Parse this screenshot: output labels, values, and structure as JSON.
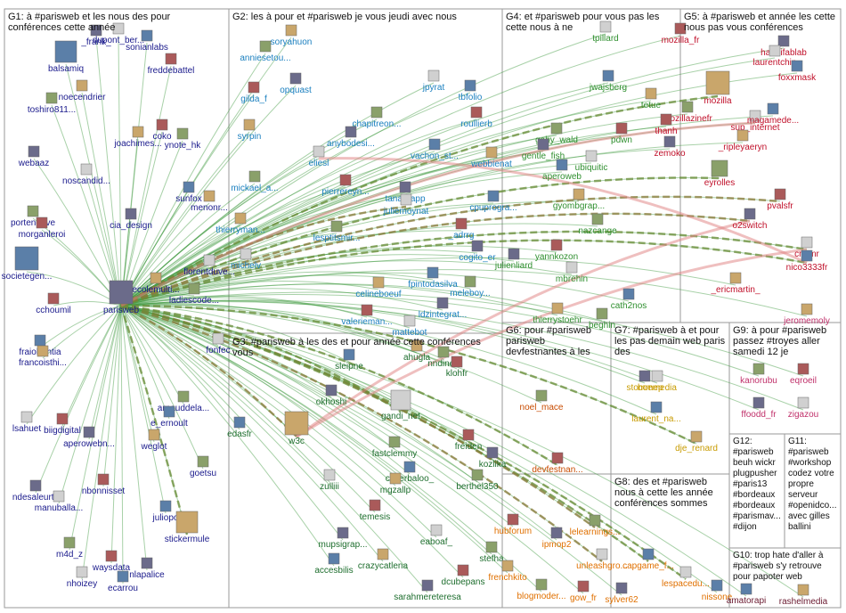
{
  "groups": [
    {
      "id": "G1",
      "label": "G1: à #parisweb et les nous des pour conférences cette année",
      "color": "#1a1a8c"
    },
    {
      "id": "G2",
      "label": "G2: les à pour et #parisweb je vous jeudi avec nous",
      "color": "#1a7fbf"
    },
    {
      "id": "G3",
      "label": "G3: #parisweb à les des et pour année cette conférences vous",
      "color": "#1e6e2e"
    },
    {
      "id": "G4",
      "label": "G4: et #parisweb pour vous pas les cette nous à ne",
      "color": "#2f8f2f"
    },
    {
      "id": "G5",
      "label": "G5: à #parisweb et année les cette nous pas vous conférences",
      "color": "#c0102a"
    },
    {
      "id": "G6",
      "label": "G6: pour #parisweb parisweb devfestnantes à les",
      "color": "#c84b00"
    },
    {
      "id": "G7",
      "label": "G7: #parisweb à et pour les pas demain web paris des",
      "color": "#c89b00"
    },
    {
      "id": "G8",
      "label": "G8: des et #parisweb nous à cette les année conférences sommes",
      "color": "#e07000"
    },
    {
      "id": "G9",
      "label": "G9: à pour #parisweb passez #troyes aller samedi 12 je",
      "color": "#c0306a"
    },
    {
      "id": "G10",
      "label": "G10: trop hate d'aller à #parisweb s'y retrouve pour papoter web",
      "color": "#6a1a30"
    },
    {
      "id": "G11",
      "label": "G11: #parisweb #workshop codez votre propre serveur #openidco... avec gilles ballini",
      "color": "#333333"
    },
    {
      "id": "G12",
      "label": "G12: #parisweb beuh wickr plugpusher #paris13 #bordeaux #bordeaux #parismav... #dijon",
      "color": "#333333"
    }
  ],
  "nodes": [
    {
      "label": "balsamiq",
      "group": "G1"
    },
    {
      "label": "noecendrier",
      "group": "G1"
    },
    {
      "label": "toshiro811...",
      "group": "G1"
    },
    {
      "label": "freddebattel",
      "group": "G1"
    },
    {
      "label": "_frank_",
      "group": "G1"
    },
    {
      "label": "dupont_ber...",
      "group": "G1"
    },
    {
      "label": "sonianlabs",
      "group": "G1"
    },
    {
      "label": "joachimes...",
      "group": "G1"
    },
    {
      "label": "ynote_hk",
      "group": "G1"
    },
    {
      "label": "coko",
      "group": "G1"
    },
    {
      "label": "webaaz",
      "group": "G1"
    },
    {
      "label": "noscandid...",
      "group": "G1"
    },
    {
      "label": "sunfox",
      "group": "G1"
    },
    {
      "label": "menonr...",
      "group": "G1"
    },
    {
      "label": "porteneuve",
      "group": "G1"
    },
    {
      "label": "morganleroi",
      "group": "G1"
    },
    {
      "label": "cia_design",
      "group": "G1"
    },
    {
      "label": "florentduve...",
      "group": "G1"
    },
    {
      "label": "societegen...",
      "group": "G1"
    },
    {
      "label": "ecolemulti...",
      "group": "G1"
    },
    {
      "label": "ladiescode...",
      "group": "G1"
    },
    {
      "label": "cchoumil",
      "group": "G1"
    },
    {
      "label": "parisweb",
      "group": "G1"
    },
    {
      "label": "fonfec",
      "group": "G1"
    },
    {
      "label": "fraiolifiihtia",
      "group": "G1"
    },
    {
      "label": "francoisthi...",
      "group": "G1"
    },
    {
      "label": "arnauddela...",
      "group": "G1"
    },
    {
      "label": "biigdigital",
      "group": "G1"
    },
    {
      "label": "aperowebn...",
      "group": "G1"
    },
    {
      "label": "lsahuet",
      "group": "G1"
    },
    {
      "label": "e_ernoult",
      "group": "G1"
    },
    {
      "label": "weglot",
      "group": "G1"
    },
    {
      "label": "goetsu",
      "group": "G1"
    },
    {
      "label": "nbonnisset",
      "group": "G1"
    },
    {
      "label": "ndesaleurth",
      "group": "G1"
    },
    {
      "label": "manuballa...",
      "group": "G1"
    },
    {
      "label": "juliopo",
      "group": "G1"
    },
    {
      "label": "stickermule",
      "group": "G1"
    },
    {
      "label": "m4d_z",
      "group": "G1"
    },
    {
      "label": "waysdata",
      "group": "G1"
    },
    {
      "label": "nlapalice",
      "group": "G1"
    },
    {
      "label": "nhoizey",
      "group": "G1"
    },
    {
      "label": "ecarrou",
      "group": "G1"
    },
    {
      "label": "soryahuon",
      "group": "G2"
    },
    {
      "label": "anniesetou...",
      "group": "G2"
    },
    {
      "label": "gilda_f",
      "group": "G2"
    },
    {
      "label": "opquast",
      "group": "G2"
    },
    {
      "label": "jpyrat",
      "group": "G2"
    },
    {
      "label": "tbfolio",
      "group": "G2"
    },
    {
      "label": "syrpin",
      "group": "G2"
    },
    {
      "label": "chapitreon...",
      "group": "G2"
    },
    {
      "label": "roullierb",
      "group": "G2"
    },
    {
      "label": "anybodesi...",
      "group": "G2"
    },
    {
      "label": "eliesl",
      "group": "G2"
    },
    {
      "label": "vachon_st...",
      "group": "G2"
    },
    {
      "label": "webbienat",
      "group": "G2"
    },
    {
      "label": "mickael_a...",
      "group": "G2"
    },
    {
      "label": "pierrereyn...",
      "group": "G2"
    },
    {
      "label": "tanaruapp",
      "group": "G2"
    },
    {
      "label": "juliemoynat",
      "group": "G2"
    },
    {
      "label": "cpuprogra...",
      "group": "G2"
    },
    {
      "label": "thierryman...",
      "group": "G2"
    },
    {
      "label": "lesptitsmir...",
      "group": "G2"
    },
    {
      "label": "_adrrg",
      "group": "G2"
    },
    {
      "label": "cogito_er",
      "group": "G2"
    },
    {
      "label": "michelv",
      "group": "G2"
    },
    {
      "label": "fpintodasilva",
      "group": "G2"
    },
    {
      "label": "celineboeuf",
      "group": "G2"
    },
    {
      "label": "meleboy...",
      "group": "G2"
    },
    {
      "label": "valerieman...",
      "group": "G2"
    },
    {
      "label": "ldzintegrat...",
      "group": "G2"
    },
    {
      "label": "mattebot",
      "group": "G2"
    },
    {
      "label": "sleipne",
      "group": "G3"
    },
    {
      "label": "ahugla",
      "group": "G3"
    },
    {
      "label": "nndinen",
      "group": "G3"
    },
    {
      "label": "klohfr",
      "group": "G3"
    },
    {
      "label": "okhoshi",
      "group": "G3"
    },
    {
      "label": "gandi_net",
      "group": "G3"
    },
    {
      "label": "edasfr",
      "group": "G3"
    },
    {
      "label": "w3c",
      "group": "G3"
    },
    {
      "label": "fastclemmy",
      "group": "G3"
    },
    {
      "label": "freiden",
      "group": "G3"
    },
    {
      "label": "kozlika",
      "group": "G3"
    },
    {
      "label": "zulliii",
      "group": "G3"
    },
    {
      "label": "cyberbaloo_",
      "group": "G3"
    },
    {
      "label": "mgzallp",
      "group": "G3"
    },
    {
      "label": "berthel350",
      "group": "G3"
    },
    {
      "label": "temesis",
      "group": "G3"
    },
    {
      "label": "mupsigrap...",
      "group": "G3"
    },
    {
      "label": "eaboaf_",
      "group": "G3"
    },
    {
      "label": "accesbilis",
      "group": "G3"
    },
    {
      "label": "crazycatlena",
      "group": "G3"
    },
    {
      "label": "stefha",
      "group": "G3"
    },
    {
      "label": "dcubepans",
      "group": "G3"
    },
    {
      "label": "sarahmereteresa",
      "group": "G3"
    },
    {
      "label": "tpillard",
      "group": "G4"
    },
    {
      "label": "jwajsberg",
      "group": "G4"
    },
    {
      "label": "tetue",
      "group": "G4"
    },
    {
      "label": "gaby_wald",
      "group": "G4"
    },
    {
      "label": "pdwn",
      "group": "G4"
    },
    {
      "label": "gentle_fish",
      "group": "G4"
    },
    {
      "label": "ubiquitic",
      "group": "G4"
    },
    {
      "label": "aperoweb",
      "group": "G4"
    },
    {
      "label": "gyombgrap...",
      "group": "G4"
    },
    {
      "label": "nazcange",
      "group": "G4"
    },
    {
      "label": "yannkozon",
      "group": "G4"
    },
    {
      "label": "julienliard",
      "group": "G4"
    },
    {
      "label": "mbrehin",
      "group": "G4"
    },
    {
      "label": "cath2nos",
      "group": "G4"
    },
    {
      "label": "thierrystoehr",
      "group": "G4"
    },
    {
      "label": "beghin",
      "group": "G4"
    },
    {
      "label": "mozilla_fr",
      "group": "G5"
    },
    {
      "label": "handifablab",
      "group": "G5"
    },
    {
      "label": "laurentchin",
      "group": "G5"
    },
    {
      "label": "foxxmask",
      "group": "G5"
    },
    {
      "label": "mozilla",
      "group": "G5"
    },
    {
      "label": "mozillazinefr",
      "group": "G5"
    },
    {
      "label": "thanh",
      "group": "G5"
    },
    {
      "label": "zemoko",
      "group": "G5"
    },
    {
      "label": "sup_internet",
      "group": "G5"
    },
    {
      "label": "magamede...",
      "group": "G5"
    },
    {
      "label": "_ripleyaeryn",
      "group": "G5"
    },
    {
      "label": "eyrolles",
      "group": "G5"
    },
    {
      "label": "pvalsfr",
      "group": "G5"
    },
    {
      "label": "o2switch",
      "group": "G5"
    },
    {
      "label": "cnumr",
      "group": "G5"
    },
    {
      "label": "nico3333fr",
      "group": "G5"
    },
    {
      "label": "_ericmartin_",
      "group": "G5"
    },
    {
      "label": "noel_mace",
      "group": "G6"
    },
    {
      "label": "devfestnan...",
      "group": "G6"
    },
    {
      "label": "stommep",
      "group": "G7"
    },
    {
      "label": "boemedia",
      "group": "G7"
    },
    {
      "label": "laurent_na...",
      "group": "G7"
    },
    {
      "label": "dje_renard",
      "group": "G7"
    },
    {
      "label": "lelearnings...",
      "group": "G8"
    },
    {
      "label": "hubforum",
      "group": "G8"
    },
    {
      "label": "ipmop2",
      "group": "G8"
    },
    {
      "label": "unleashgro...",
      "group": "G8"
    },
    {
      "label": "capgame_f...",
      "group": "G8"
    },
    {
      "label": "frenchkito",
      "group": "G8"
    },
    {
      "label": "blogmoder...",
      "group": "G8"
    },
    {
      "label": "gow_fr",
      "group": "G8"
    },
    {
      "label": "sylver62",
      "group": "G8"
    },
    {
      "label": "lespacedu...",
      "group": "G8"
    },
    {
      "label": "nissone",
      "group": "G8"
    },
    {
      "label": "jeromemoly",
      "group": "G9"
    },
    {
      "label": "kanorubu",
      "group": "G9"
    },
    {
      "label": "eqroeil",
      "group": "G9"
    },
    {
      "label": "ffoodd_fr",
      "group": "G9"
    },
    {
      "label": "zigazou",
      "group": "G9"
    },
    {
      "label": "amatorapi",
      "group": "G10"
    },
    {
      "label": "rashelmedia",
      "group": "G10"
    }
  ]
}
